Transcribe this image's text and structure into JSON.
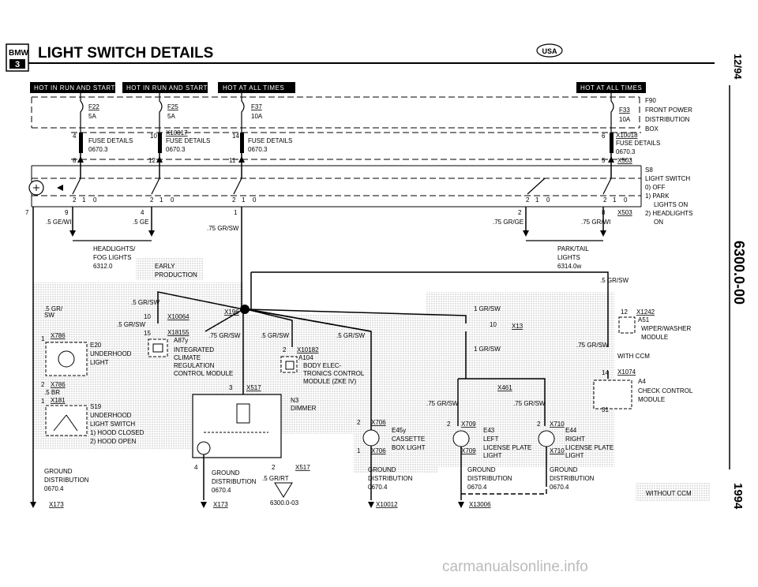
{
  "header": {
    "brand_badge_top": "BMW",
    "brand_badge_bottom": "3",
    "title": "LIGHT SWITCH DETAILS",
    "market_badge": "USA"
  },
  "side_labels": {
    "date": "12/94",
    "doc_number": "6300.0-00",
    "year": "1994"
  },
  "power_bars": [
    "HOT IN RUN AND START",
    "HOT IN RUN AND START",
    "HOT AT ALL TIMES",
    "HOT AT ALL TIMES"
  ],
  "fuses": {
    "f22": {
      "id": "F22",
      "rating": "5A"
    },
    "f25": {
      "id": "F25",
      "rating": "5A"
    },
    "f37": {
      "id": "F37",
      "rating": "10A"
    },
    "f33": {
      "id": "F33",
      "rating": "10A"
    }
  },
  "fuse_box": {
    "id": "F90",
    "line1": "FRONT POWER",
    "line2": "DISTRIBUTION",
    "line3": "BOX"
  },
  "fuse_details": {
    "left_label": "FUSE DETAILS",
    "left_ref": "0670.3",
    "mid_conn": "X10017",
    "mid_label": "FUSE DETAILS",
    "mid_ref": "0670.3",
    "right_label": "FUSE DETAILS",
    "right_ref": "0670.3",
    "far_conn": "X10018",
    "far_label": "FUSE DETAILS",
    "far_ref": "0670.3",
    "x503": "X503"
  },
  "pins": {
    "p4": "4",
    "p10": "10",
    "p14": "14",
    "p6": "6",
    "p8": "8",
    "p12": "12",
    "p11": "11",
    "p5": "5",
    "p7": "7",
    "p9": "9",
    "p4b": "4",
    "p1": "1",
    "p2": "2",
    "p8b": "8",
    "p10b": "10",
    "p15": "15",
    "p2b": "2",
    "p3": "3",
    "p12b": "12",
    "p10c": "10",
    "p14b": "14",
    "p31": "31",
    "p2c": "2",
    "p1b": "1",
    "p4c": "4",
    "p2d": "2",
    "p2e": "2",
    "p2f": "2",
    "p1c": "1",
    "p1d": "1",
    "p1e": "1",
    "p2g": "2",
    "p2h": "2"
  },
  "light_switch": {
    "id": "S8",
    "name": "LIGHT SWITCH",
    "opt0": "0) OFF",
    "opt1": "1) PARK",
    "opt1b": "LIGHTS ON",
    "opt2": "2) HEADLIGHTS",
    "opt2b": "ON",
    "pos_labels": [
      "2",
      "1",
      "0"
    ]
  },
  "wires": {
    "w_geww": ".5 GE/WI",
    "w_ge": ".5 GE",
    "w_grsw_top": ".75 GR/SW",
    "w_grge": ".75 GR/GE",
    "w_grwi": ".75 GR/WI",
    "w_x503": "X503",
    "w_grsw_5a": ".5 GR/SW",
    "w_grsw_5b": ".5 GR/SW",
    "w_grsw_5c": ".5 GR/SW",
    "w_grsw_75a": ".75 GR/SW",
    "w_grsw_5d": ".5 GR/SW",
    "w_grsw_5e": ".5 GR/SW",
    "w_gr_sw_left": ".5 GR/",
    "w_sw": "SW",
    "w_grsw_1a": "1 GR/SW",
    "w_grsw_1b": "1 GR/SW",
    "w_grsw_75b": ".75 GR/SW",
    "w_grsw_75c": ".75 GR/SW",
    "w_grsw_75d": ".75 GR/SW",
    "w_br": ".5 BR",
    "w_grrt": ".5 GR/RT"
  },
  "refs": {
    "headlights": "HEADLIGHTS/",
    "foglights": "FOG LIGHTS",
    "headlights_ref": "6312.0",
    "early": "EARLY",
    "production": "PRODUCTION",
    "parktail": "PARK/TAIL",
    "lights": "LIGHTS",
    "parktail_ref": "6314.0w"
  },
  "connectors": {
    "x196": "X196",
    "x10064": "X10064",
    "x18155": "X18155",
    "a87y": "A87y",
    "x10182": "X10182",
    "a104": "A104",
    "x517": "X517",
    "x517b": "X517",
    "x786": "X786",
    "x786b": "X786",
    "x181": "X181",
    "x1242": "X1242",
    "a51": "A51",
    "x13": "X13",
    "x461": "X461",
    "x1074": "X1074",
    "a4": "A4",
    "x706": "X706",
    "x706b": "X706",
    "x709": "X709",
    "x709b": "X709",
    "x710": "X710",
    "x710b": "X710",
    "x173": "X173",
    "x173b": "X173",
    "x10012": "X10012",
    "x13006": "X13006"
  },
  "components": {
    "integrated": "INTEGRATED",
    "climate": "CLIMATE",
    "regulation": "REGULATION",
    "control_module": "CONTROL MODULE",
    "body1": "BODY ELEC-",
    "body2": "TRONICS CONTROL",
    "body3": "MODULE (ZKE IV)",
    "n3": "N3",
    "dimmer": "DIMMER",
    "e20": "E20",
    "uh1": "UNDERHOOD",
    "uh2": "LIGHT",
    "s19": "S19",
    "s19a": "UNDERHOOD",
    "s19b": "LIGHT SWITCH",
    "s19c": "1) HOOD CLOSED",
    "s19d": "2) HOOD OPEN",
    "e45y": "E45y",
    "cassette": "CASSETTE",
    "boxlight": "BOX LIGHT",
    "e43": "E43",
    "left": "LEFT",
    "lic_l": "LICENSE PLATE",
    "light_l": "LIGHT",
    "e44": "E44",
    "right": "RIGHT",
    "lic_r": "LICENSE PLATE",
    "light_r": "LIGHT",
    "wiper1": "WIPER/WASHER",
    "wiper2": "MODULE",
    "withccm": "WITH CCM",
    "withoutccm": "WITHOUT CCM",
    "check1": "CHECK CONTROL",
    "check2": "MODULE"
  },
  "grounds": {
    "g": "GROUND",
    "d": "DISTRIBUTION",
    "r": "0670.4"
  },
  "figure_id": "6300.0-03",
  "watermark": "carmanualsonline.info"
}
